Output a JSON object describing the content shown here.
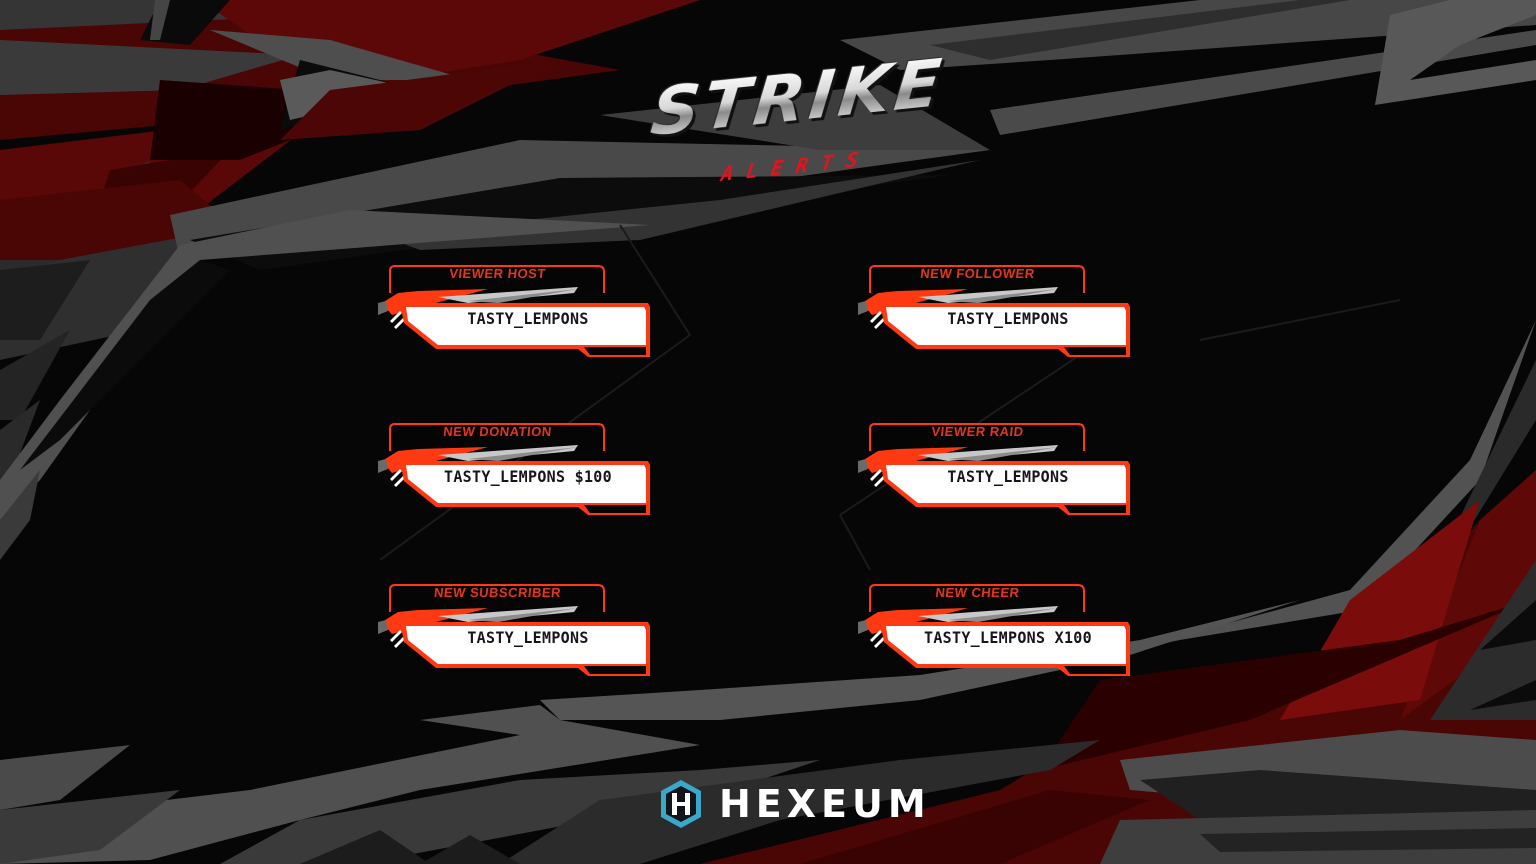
{
  "logo": {
    "title": "STRIKE",
    "subtitle": "ALERTS"
  },
  "alerts": [
    {
      "label": "VIEWER HOST",
      "name": "TASTY_LEMPONS",
      "column": "left",
      "row": 1
    },
    {
      "label": "NEW FOLLOWER",
      "name": "TASTY_LEMPONS",
      "column": "right",
      "row": 1
    },
    {
      "label": "NEW DONATION",
      "name": "TASTY_LEMPONS $100",
      "column": "left",
      "row": 2
    },
    {
      "label": "VIEWER RAID",
      "name": "TASTY_LEMPONS",
      "column": "right",
      "row": 2
    },
    {
      "label": "NEW SUBSCRIBER",
      "name": "TASTY_LEMPONS",
      "column": "left",
      "row": 3
    },
    {
      "label": "NEW CHEER",
      "name": "TASTY_LEMPONS X100",
      "column": "right",
      "row": 3
    }
  ],
  "brand": {
    "name": "HEXEUM",
    "icon": "hexagon-h-icon",
    "icon_letter": "H"
  },
  "colors": {
    "background": "#060606",
    "dark_red": "#4a0505",
    "mid_red": "#6e0a0a",
    "grey_stripe": "#4d4d4d",
    "dark_grey": "#2a2a2a",
    "alert_orange": "#ff3a12",
    "alert_label": "#e5361c",
    "logo_subtitle": "#e3141b",
    "brand_cyan": "#3ba7c9",
    "white": "#ffffff"
  }
}
